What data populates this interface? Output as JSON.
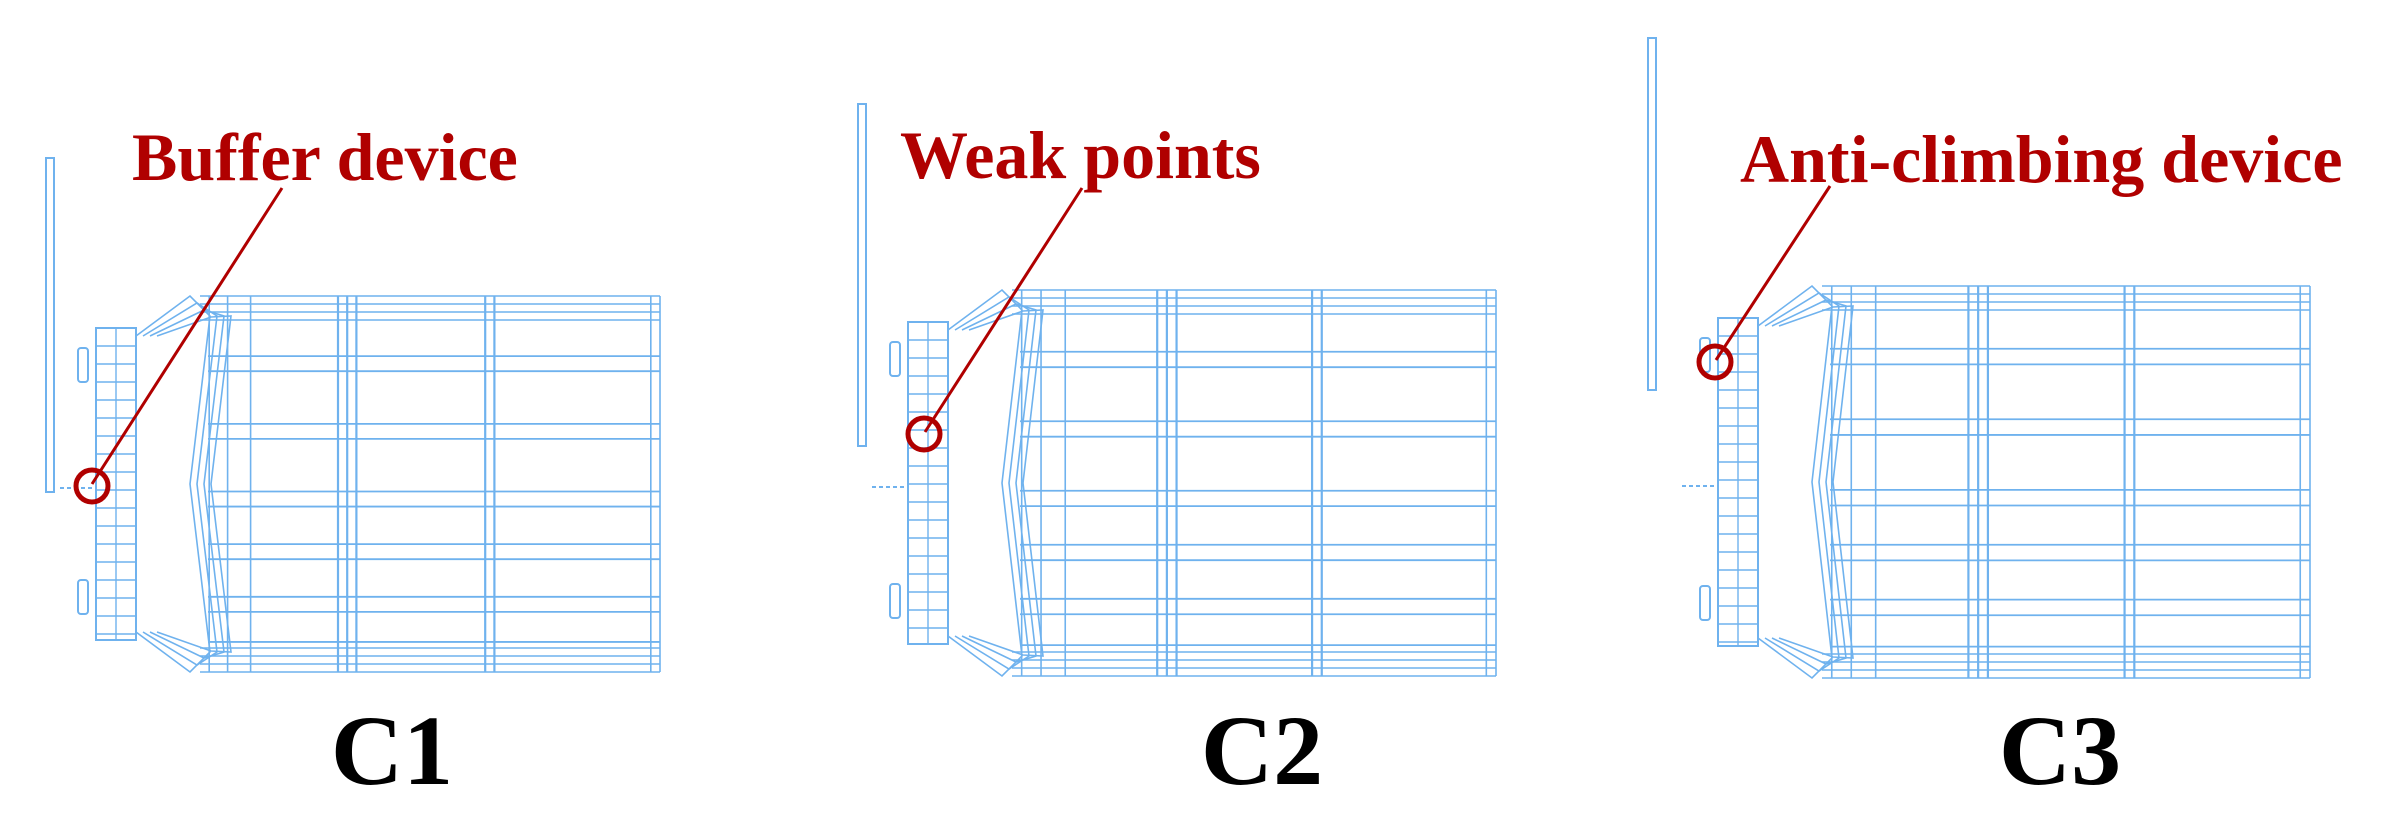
{
  "colors": {
    "frame": "#6fb2ee",
    "annotation": "#b00000",
    "caption": "#000000",
    "background": "#ffffff"
  },
  "panels": [
    {
      "id": "C1",
      "caption": "C1",
      "annotation": "Buffer device"
    },
    {
      "id": "C2",
      "caption": "C2",
      "annotation": "Weak points"
    },
    {
      "id": "C3",
      "caption": "C3",
      "annotation": "Anti-climbing device"
    }
  ]
}
